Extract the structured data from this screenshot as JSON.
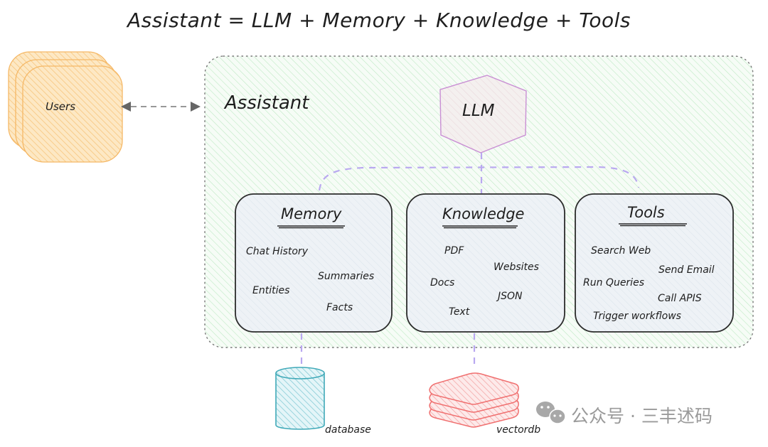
{
  "title": "Assistant = LLM + Memory + Knowledge + Tools",
  "users": {
    "label": "Users",
    "color": "#f5a742"
  },
  "assistant": {
    "label": "Assistant",
    "color": "#b2f2bb"
  },
  "llm": {
    "label": "LLM",
    "color": "#c98fd4"
  },
  "connector_color": "#b9a8f0",
  "cards": [
    {
      "title": "Memory",
      "items": [
        "Chat History",
        "Summaries",
        "Entities",
        "Facts"
      ]
    },
    {
      "title": "Knowledge",
      "items": [
        "PDF",
        "Websites",
        "Docs",
        "JSON",
        "Text"
      ]
    },
    {
      "title": "Tools",
      "items": [
        "Search Web",
        "Send Email",
        "Run Queries",
        "Call APIS",
        "Trigger workflows"
      ]
    }
  ],
  "stores": [
    {
      "label": "database",
      "color": "#3fa9b8"
    },
    {
      "label": "vectordb",
      "color": "#f07070"
    }
  ],
  "watermark": {
    "text": "公众号 · 三丰述码",
    "icon": "wechat-icon"
  }
}
